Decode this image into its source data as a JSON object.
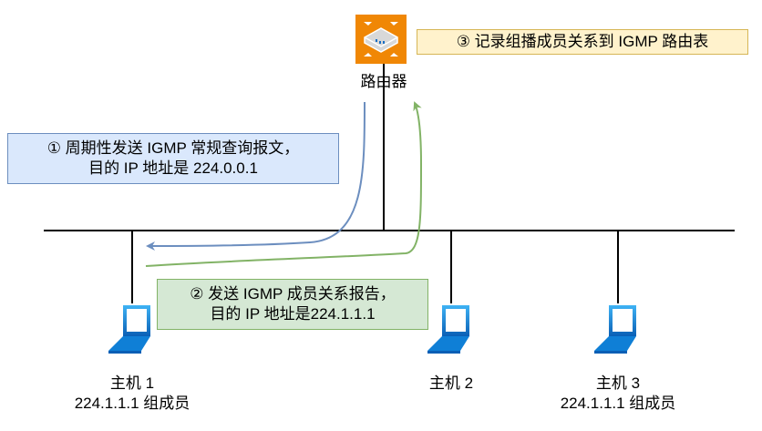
{
  "router": {
    "label": "路由器"
  },
  "hosts": [
    {
      "name": "主机 1",
      "group": "224.1.1.1 组成员"
    },
    {
      "name": "主机 2",
      "group": ""
    },
    {
      "name": "主机 3",
      "group": "224.1.1.1 组成员"
    }
  ],
  "steps": {
    "query": {
      "line1": "① 周期性发送 IGMP 常规查询报文，",
      "line2": "目的 IP 地址是 224.0.0.1"
    },
    "report": {
      "line1": "② 发送 IGMP  成员关系报告，",
      "line2": "目的 IP 地址是224.1.1.1"
    },
    "record": {
      "line1": "③ 记录组播成员关系到 IGMP 路由表"
    }
  },
  "colors": {
    "query_arrow": "#6c8ebf",
    "report_arrow": "#82b366",
    "router_body": "#f08705",
    "host_icon": "#0f7fd6",
    "wire": "#000000"
  },
  "icons": {
    "router": "router-icon",
    "host": "laptop-icon"
  }
}
